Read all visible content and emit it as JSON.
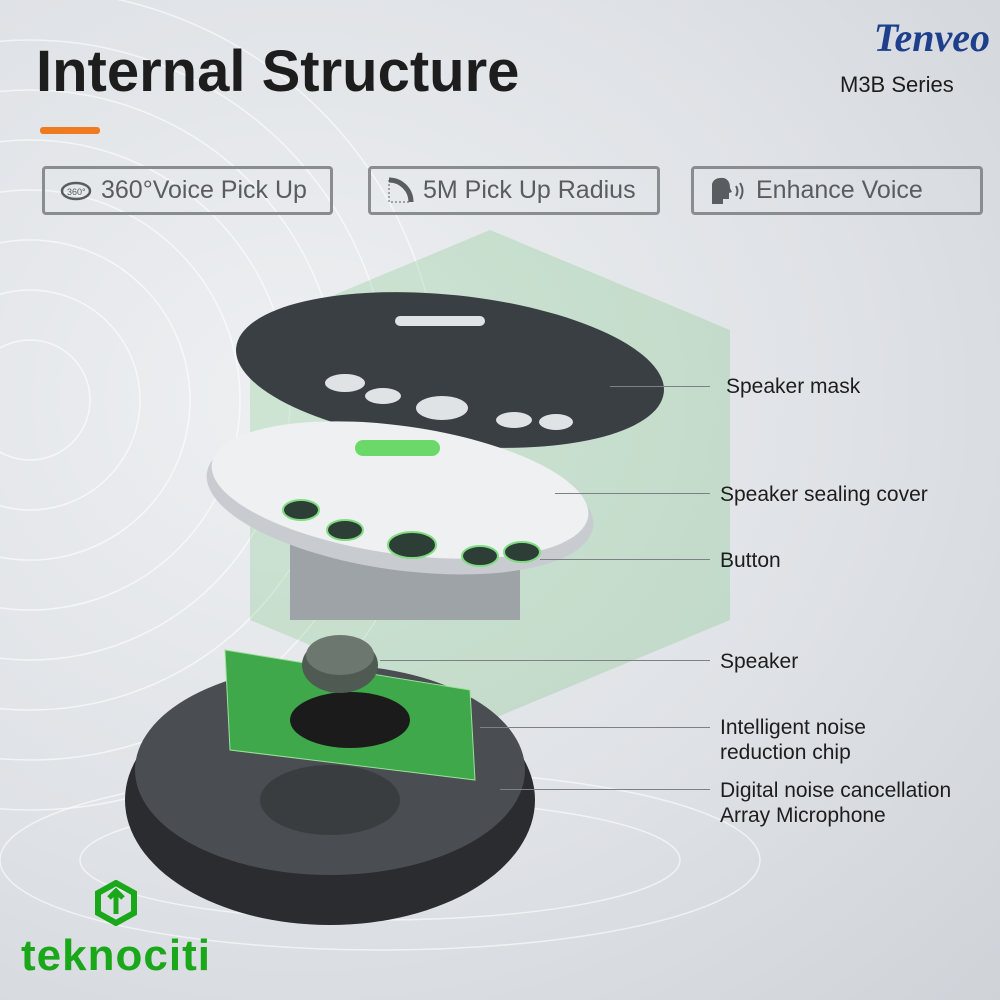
{
  "header": {
    "title": "Internal Structure",
    "brand": "Tenveo",
    "series": "M3B Series"
  },
  "features": [
    {
      "icon": "360-rotate-icon",
      "label": "360°Voice Pick Up"
    },
    {
      "icon": "radius-arc-icon",
      "label": "5M Pick Up Radius"
    },
    {
      "icon": "speaking-head-icon",
      "label": "Enhance Voice"
    }
  ],
  "parts": [
    {
      "label": "Speaker mask"
    },
    {
      "label": "Speaker sealing cover"
    },
    {
      "label": "Button"
    },
    {
      "label": "Speaker"
    },
    {
      "label": "Intelligent noise\nreduction chip",
      "line1": "Intelligent noise",
      "line2": "reduction chip"
    },
    {
      "label": "Digital noise cancellation\nArray Microphone",
      "line1": "Digital noise cancellation",
      "line2": "Array Microphone"
    }
  ],
  "watermark": {
    "text": "teknociti",
    "color": "#1aa81a"
  },
  "colors": {
    "accent": "#f07a1e",
    "brand": "#1d3f8c"
  }
}
